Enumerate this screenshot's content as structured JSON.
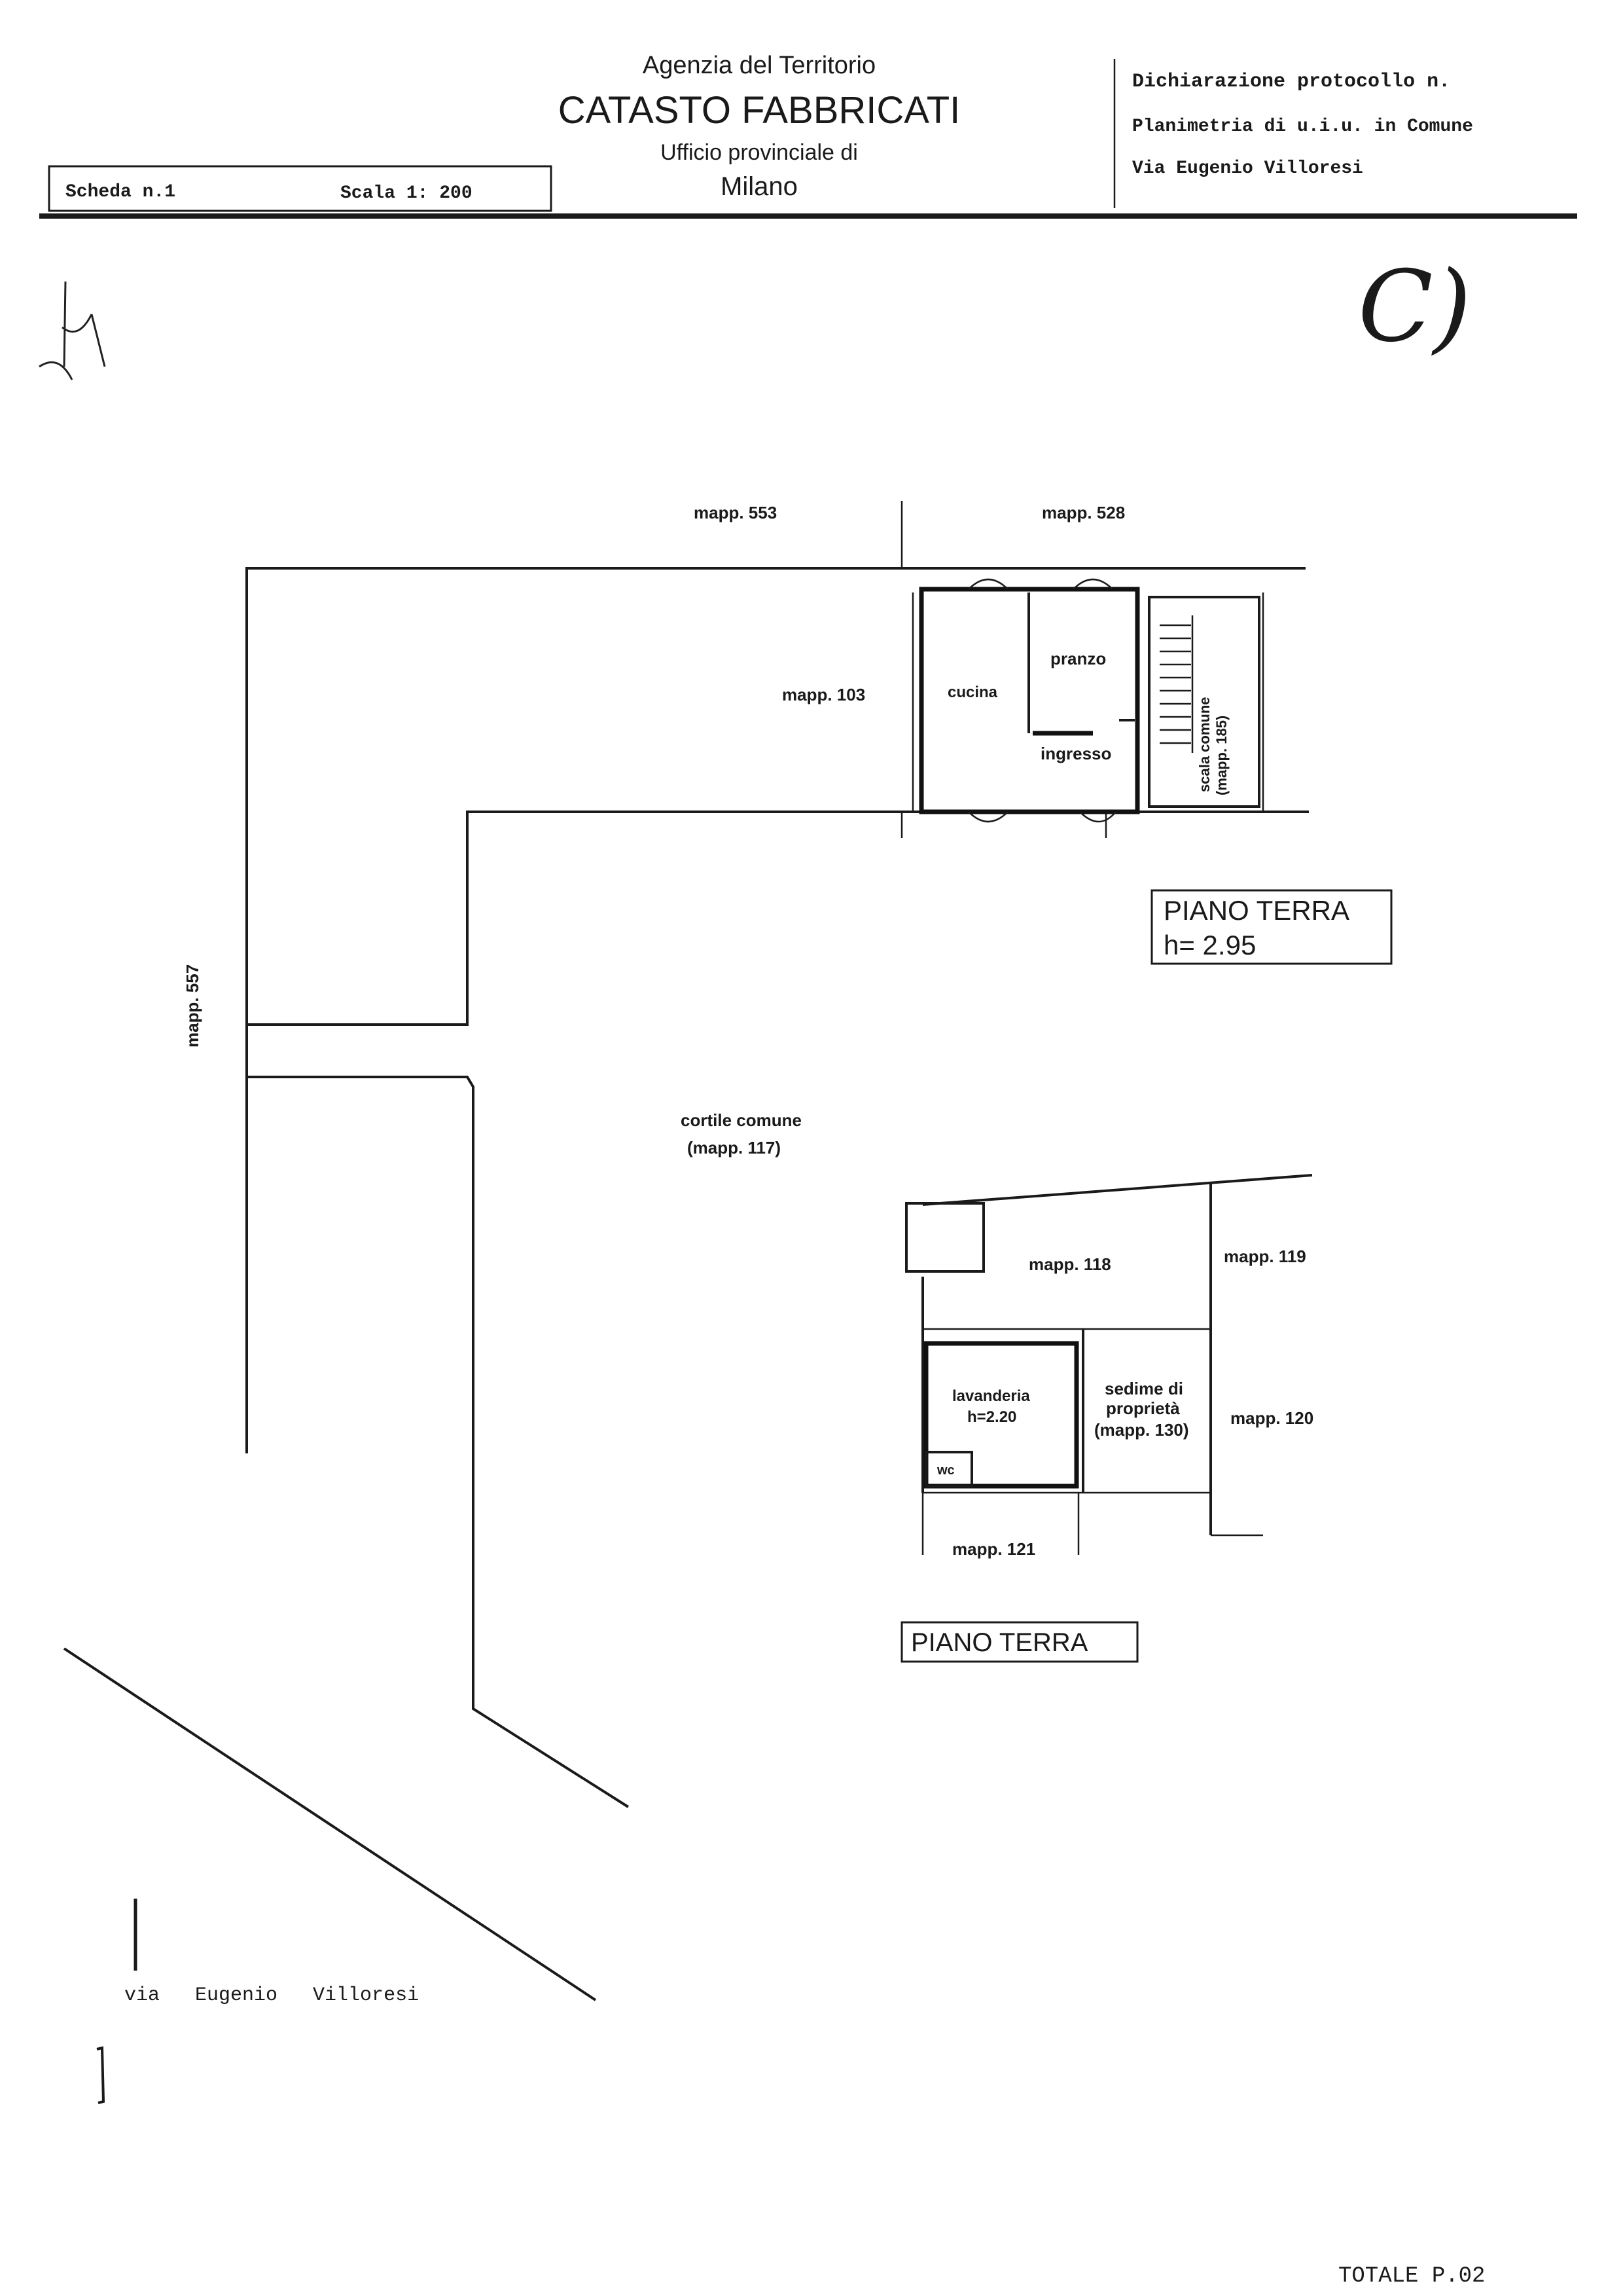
{
  "header": {
    "agency": "Agenzia del Territorio",
    "title": "CATASTO FABBRICATI",
    "office": "Ufficio provinciale di",
    "city": "Milano",
    "sheet": "Scheda n.1",
    "scale": "Scala 1: 200",
    "protocol": "Dichiarazione protocollo n.",
    "plan_desc": "Planimetria di u.i.u. in Comune",
    "address": "Via Eugenio Villoresi"
  },
  "mark": "C)",
  "labels": {
    "mapp_553": "mapp. 553",
    "mapp_528": "mapp. 528",
    "mapp_103": "mapp. 103",
    "mapp_557": "mapp. 557",
    "mapp_118": "mapp. 118",
    "mapp_119": "mapp. 119",
    "mapp_120": "mapp. 120",
    "mapp_121": "mapp. 121",
    "cucina": "cucina",
    "pranzo": "pranzo",
    "ingresso": "ingresso",
    "scala_1": "scala comune",
    "scala_2": "(mapp. 185)",
    "cortile_1": "cortile comune",
    "cortile_2": "(mapp. 117)",
    "lavanderia": "lavanderia",
    "lav_h": "h=2.20",
    "wc": "wc",
    "sedime_1": "sedime di",
    "sedime_2": "proprietà",
    "sedime_3": "(mapp. 130)",
    "street": "via   Eugenio   Villoresi"
  },
  "floor_boxes": {
    "box1_title": "PIANO TERRA",
    "box1_height": "h= 2.95",
    "box2_title": "PIANO TERRA"
  },
  "footer": {
    "total": "TOTALE P.02"
  }
}
